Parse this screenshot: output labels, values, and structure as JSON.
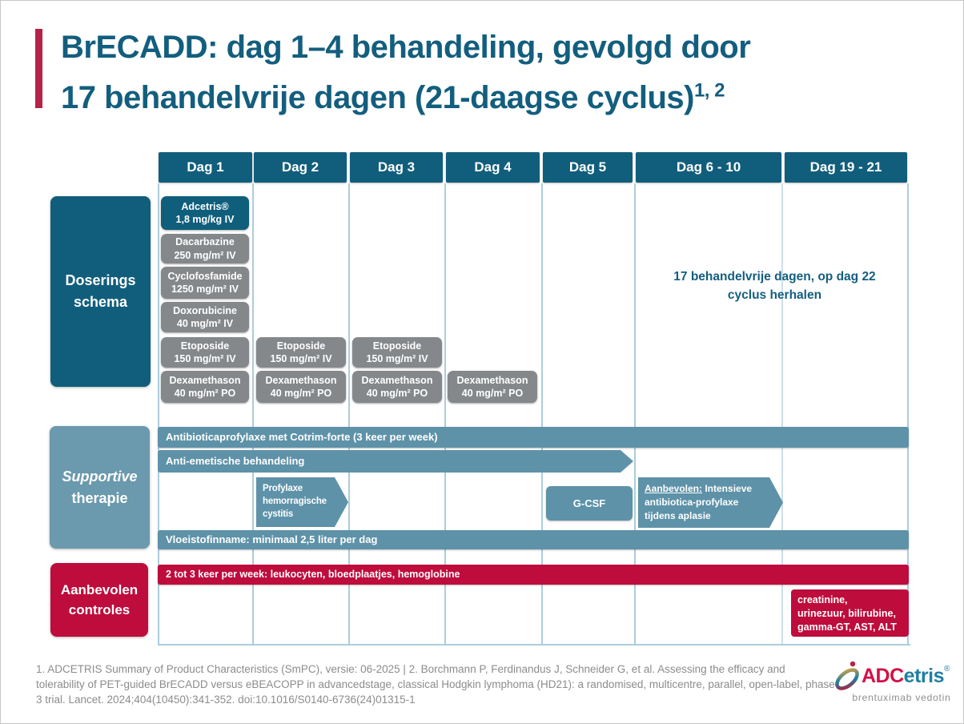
{
  "colors": {
    "dark_teal": "#115e7c",
    "title_teal": "#135e7e",
    "bar_teal": "#5e92a8",
    "supportive_label_teal": "#6b99ae",
    "crimson": "#be0c3c",
    "accent_red": "#b52346",
    "drug_gray": "#85888b",
    "grid_blue": "#accdda",
    "footer_gray": "#8c8c8c",
    "logo_red": "#d31145",
    "logo_teal": "#1f7fa0"
  },
  "title": {
    "line1": "BrECADD: dag 1–4 behandeling, gevolgd door",
    "line2": "17 behandelvrije dagen (21-daagse cyclus)",
    "superscript": "1, 2"
  },
  "schedule": {
    "columns": [
      "Dag 1",
      "Dag 2",
      "Dag 3",
      "Dag 4",
      "Dag 5",
      "Dag 6 - 10",
      "Dag 19 - 21"
    ],
    "row_labels": {
      "dosing_line1": "Doserings",
      "dosing_line2": "schema",
      "supportive_line1": "Supportive",
      "supportive_line2": "therapie",
      "controls_line1": "Aanbevolen",
      "controls_line2": "controles"
    },
    "dosing": {
      "day1": [
        {
          "name": "Adcetris®",
          "dose": "1,8 mg/kg IV"
        },
        {
          "name": "Dacarbazine",
          "dose": "250 mg/m² IV"
        },
        {
          "name": "Cyclofosfamide",
          "dose": "1250 mg/m² IV"
        },
        {
          "name": "Doxorubicine",
          "dose": "40 mg/m² IV"
        },
        {
          "name": "Etoposide",
          "dose": "150 mg/m² IV"
        },
        {
          "name": "Dexamethason",
          "dose": "40 mg/m² PO"
        }
      ],
      "day2": [
        {
          "name": "Etoposide",
          "dose": "150 mg/m² IV"
        },
        {
          "name": "Dexamethason",
          "dose": "40 mg/m² PO"
        }
      ],
      "day3": [
        {
          "name": "Etoposide",
          "dose": "150 mg/m² IV"
        },
        {
          "name": "Dexamethason",
          "dose": "40 mg/m² PO"
        }
      ],
      "day4": [
        {
          "name": "Dexamethason",
          "dose": "40 mg/m² PO"
        }
      ],
      "free_days_line1": "17 behandelvrije dagen, op dag 22",
      "free_days_line2": "cyclus herhalen"
    },
    "supportive": {
      "antibiotic_bar": "Antibioticaprofylaxe met Cotrim-forte (3 keer per week)",
      "antiemetic_bar": "Anti-emetische behandeling",
      "cystitis_arrow": "Profylaxe hemorragische cystitis",
      "gcsf": "G-CSF",
      "aplasia_lead": "Aanbevolen:",
      "aplasia_rest": " Intensieve antibiotica-profylaxe tijdens aplasie",
      "fluid_bar": "Vloeistofinname: minimaal 2,5 liter per dag"
    },
    "controls": {
      "weekly_bar": "2 tot 3 keer per week: leukocyten, bloedplaatjes, hemoglobine",
      "lab_lines": [
        "creatinine,",
        "urinezuur, bilirubine,",
        "gamma-GT, AST, ALT"
      ]
    }
  },
  "footer": {
    "references": "1. ADCETRIS Summary of Product Characteristics (SmPC), versie: 06-2025 | 2. Borchmann P, Ferdinandus J, Schneider G, et al. Assessing the efficacy and tolerability of PET-guided BrECADD versus eBEACOPP in advancedstage, classical Hodgkin lymphoma (HD21): a randomised, multicentre, parallel, open-label, phase 3 trial. Lancet. 2024;404(10450):341-352. doi:10.1016/S0140-6736(24)01315-1"
  },
  "logo": {
    "adc": "ADC",
    "etris": "etris",
    "registered": "®",
    "subtitle": "brentuximab vedotin"
  }
}
